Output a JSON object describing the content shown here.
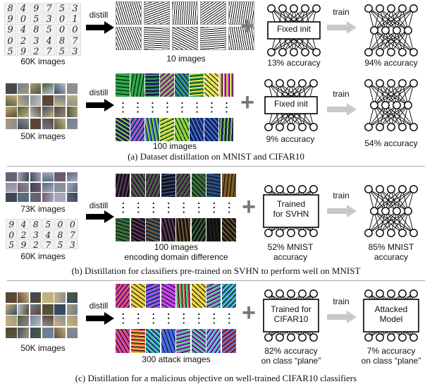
{
  "row_a1": {
    "digits": [
      [
        "8",
        "4",
        "9",
        "7",
        "5",
        "3"
      ],
      [
        "9",
        "0",
        "5",
        "3",
        "0",
        "1"
      ],
      [
        "9",
        "4",
        "8",
        "5",
        "0",
        "0"
      ],
      [
        "0",
        "2",
        "3",
        "4",
        "8",
        "7"
      ],
      [
        "5",
        "9",
        "2",
        "7",
        "5",
        "3"
      ]
    ],
    "source_label": "60K images",
    "distill_label": "distill",
    "distilled_label": "10 images",
    "net_box_label": "Fixed init",
    "acc_before": "13% accuracy",
    "train_label": "train",
    "acc_after": "94% accuracy"
  },
  "row_a2": {
    "source_label": "50K images",
    "distill_label": "distill",
    "distilled_label": "100 images",
    "net_box_label": "Fixed init",
    "acc_before": "9% accuracy",
    "train_label": "train",
    "acc_after": "54% accuracy"
  },
  "caption_a": "(a) Dataset distillation on MNIST and CIFAR10",
  "row_b": {
    "svhn_label": "73K images",
    "mnist_digits": [
      [
        "9",
        "4",
        "8",
        "5",
        "0",
        "0"
      ],
      [
        "0",
        "2",
        "3",
        "4",
        "8",
        "7"
      ],
      [
        "5",
        "9",
        "2",
        "7",
        "5",
        "3"
      ]
    ],
    "mnist_label": "60K images",
    "distill_label": "distill",
    "distilled_label_1": "100 images",
    "distilled_label_2": "encoding domain difference",
    "net_box_label_1": "Trained",
    "net_box_label_2": "for SVHN",
    "acc_before_1": "52% MNIST",
    "acc_before_2": "accuracy",
    "train_label": "train",
    "acc_after_1": "85% MNIST",
    "acc_after_2": "accuracy"
  },
  "caption_b": "(b) Distillation for classifiers pre-trained on SVHN to perform well on MNIST",
  "row_c": {
    "source_label": "50K images",
    "distill_label": "distill",
    "distilled_label": "300 attack images",
    "net_box_label_1": "Trained for",
    "net_box_label_2": "CIFAR10",
    "acc_before_1": "82% accuracy",
    "acc_before_2": "on class “plane”",
    "train_label": "train",
    "net2_box_label_1": "Attacked",
    "net2_box_label_2": "Model",
    "acc_after_1": "7% accuracy",
    "acc_after_2": "on class “plane”"
  },
  "caption_c": "(c) Distillation for a malicious objective on well-trained CIFAR10 classifiers",
  "colors": {
    "arrow_black": "#000000",
    "arrow_gray": "#c8c8c8",
    "plus_gray": "#777777",
    "separator": "#aaaaaa"
  }
}
